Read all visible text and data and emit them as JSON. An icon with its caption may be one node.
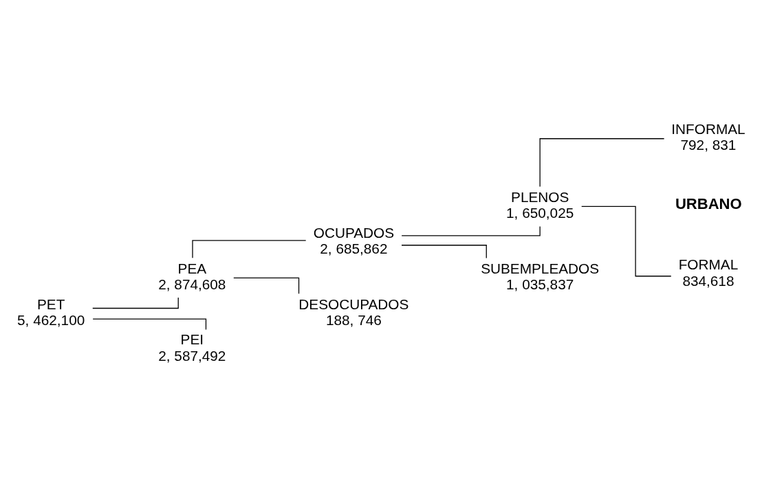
{
  "diagram": {
    "nodes": [
      {
        "text": [
          "PET",
          "5, 462,100"
        ]
      },
      {
        "text": [
          "PEA",
          "2, 874,608"
        ]
      },
      {
        "text": [
          "PEI",
          "2, 587,492"
        ]
      },
      {
        "text": [
          "OCUPADOS",
          "2, 685,862"
        ]
      },
      {
        "text": [
          "DESOCUPADOS",
          "188, 746"
        ]
      },
      {
        "text": [
          "PLENOS",
          "1, 650,025"
        ]
      },
      {
        "text": [
          "SUBEMPLEADOS",
          "1, 035,837"
        ]
      },
      {
        "text": [
          "FORMAL",
          "834,618"
        ]
      },
      {
        "text": [
          "INFORMAL",
          "792, 831"
        ]
      }
    ],
    "edges": [
      {
        "from": 0,
        "to": 1,
        "arrow": "none"
      },
      {
        "from": 0,
        "to": 2,
        "arrow": "none"
      },
      {
        "from": 1,
        "to": 3,
        "arrow": "none"
      },
      {
        "from": 1,
        "to": 4,
        "arrow": "none"
      },
      {
        "from": 3,
        "to": 5,
        "arrow": "none"
      },
      {
        "from": 3,
        "to": 6,
        "arrow": "none"
      },
      {
        "from": 5,
        "to": 7,
        "arrow": "none"
      },
      {
        "from": 5,
        "to": 8,
        "arrow": "none"
      }
    ],
    "labels": [
      "URBANO"
    ]
  }
}
